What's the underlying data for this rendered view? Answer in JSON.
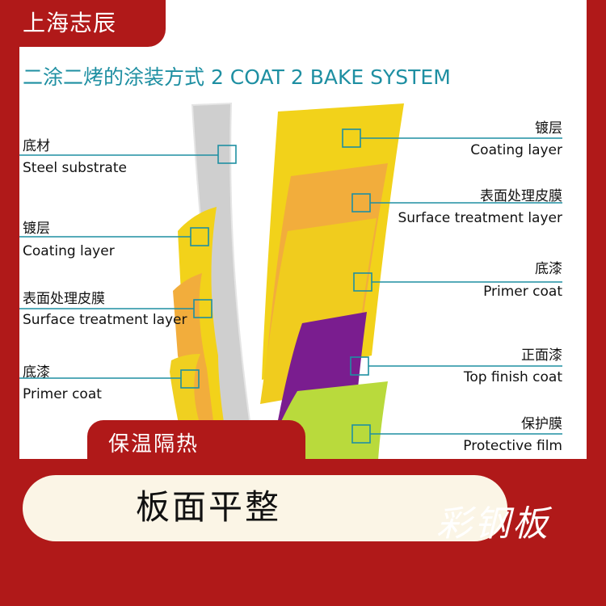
{
  "brand": "上海志辰",
  "title": "二涂二烤的涂装方式 2 COAT 2 BAKE SYSTEM",
  "left_labels": [
    {
      "cn": "底材",
      "en": "Steel substrate"
    },
    {
      "cn": "镀层",
      "en": "Coating  layer"
    },
    {
      "cn": "表面处理皮膜",
      "en": "Surface treatment layer"
    },
    {
      "cn": "底漆",
      "en": "Primer  coat"
    }
  ],
  "right_labels": [
    {
      "cn": "镀层",
      "en": "Coating  layer"
    },
    {
      "cn": "表面处理皮膜",
      "en": "Surface treatment layer"
    },
    {
      "cn": "底漆",
      "en": "Primer  coat"
    },
    {
      "cn": "正面漆",
      "en": "Top  finish  coat"
    },
    {
      "cn": "保护膜",
      "en": "Protective  film"
    }
  ],
  "tag": "保温隔热",
  "feature": "板面平整",
  "product": "彩钢板",
  "colors": {
    "accent_red": "#b01919",
    "title_teal": "#1e8fa2",
    "leader_line": "#1e8fa2",
    "steel": "#cfcfcf",
    "yellow": "#f2d21a",
    "orange": "#f2ad3c",
    "purple": "#7a1d8f",
    "lime": "#b9da3c"
  }
}
